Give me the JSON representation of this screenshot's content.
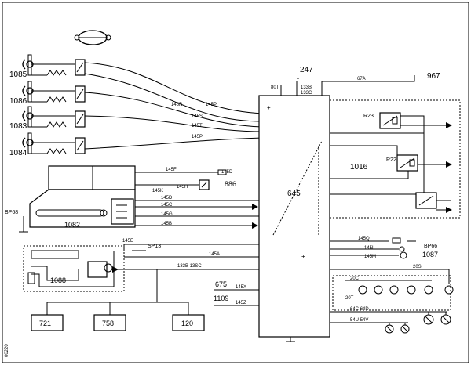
{
  "components": {
    "c1085": "1085",
    "c1086": "1086",
    "c1083": "1083",
    "c1084": "1084",
    "c886": "886",
    "c1082": "1082",
    "bp68_left": "BP68",
    "c1088": "1088",
    "sp13": "SP13",
    "c645": "645",
    "c247": "247",
    "c967": "967",
    "c1016": "1016",
    "r23": "R23",
    "r22": "R22",
    "bp66": "BP66",
    "c1087": "1087",
    "c675": "675",
    "c1109": "1109",
    "c721": "721",
    "c758": "758",
    "c120": "120"
  },
  "wires": {
    "w145r": "145R",
    "w145p_a": "145P",
    "w145s": "145S",
    "w145t": "145T",
    "w145p_b": "145P",
    "w145f": "145F",
    "w145d_a": "145D",
    "w145h": "145H",
    "w145k": "145K",
    "w145d_b": "145D",
    "w145c": "145C",
    "w145g": "145G",
    "w145b": "145B",
    "w145e": "145E",
    "w145a": "145A",
    "w133b_13sc": "133B 13SC",
    "w145x": "145X",
    "w145z": "145Z",
    "w80t": "80T",
    "w133b": "133B",
    "w133c": "133C",
    "w67a": "67A",
    "w145q": "145Q",
    "w145l": "145L",
    "w145m": "145M",
    "w20s": "20S",
    "w20c": "20C",
    "w20t": "20T",
    "w64c": "64C",
    "w64d": "64D",
    "w54u": "54U",
    "w54v": "54V"
  },
  "side_ref": "00220"
}
